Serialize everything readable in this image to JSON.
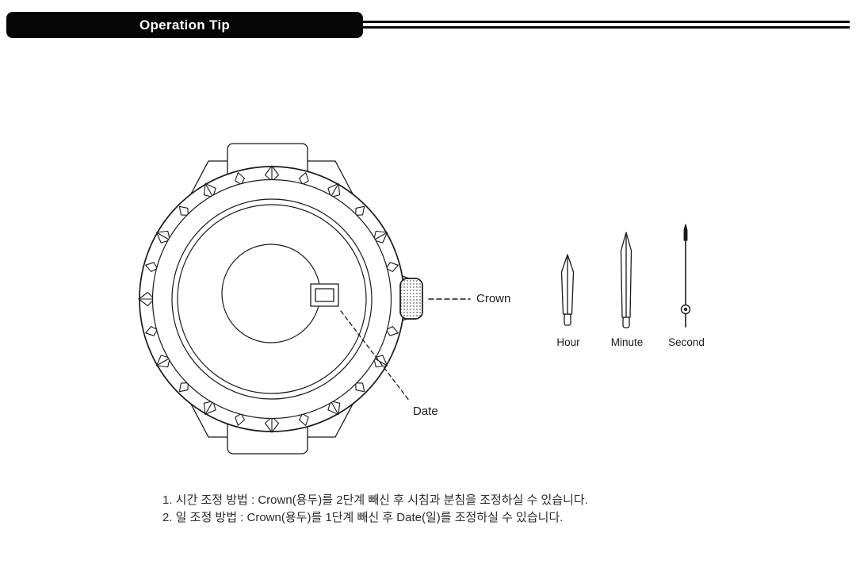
{
  "header": {
    "title": "Operation Tip"
  },
  "diagram": {
    "labels": {
      "crown": "Crown",
      "date": "Date"
    },
    "hands": [
      {
        "label": "Hour"
      },
      {
        "label": "Minute"
      },
      {
        "label": "Second"
      }
    ]
  },
  "instructions": {
    "line1": "1. 시간 조정 방법 : Crown(용두)를 2단계 빼신 후 시침과 분침을 조정하실 수 있습니다.",
    "line2": "2. 일 조정 방법 : Crown(용두)를 1단계 빼신 후 Date(일)를 조정하실 수 있습니다."
  },
  "colors": {
    "ink": "#1a1a1a",
    "banner_background": "#050505",
    "banner_text": "#ffffff",
    "page_background": "#ffffff"
  }
}
